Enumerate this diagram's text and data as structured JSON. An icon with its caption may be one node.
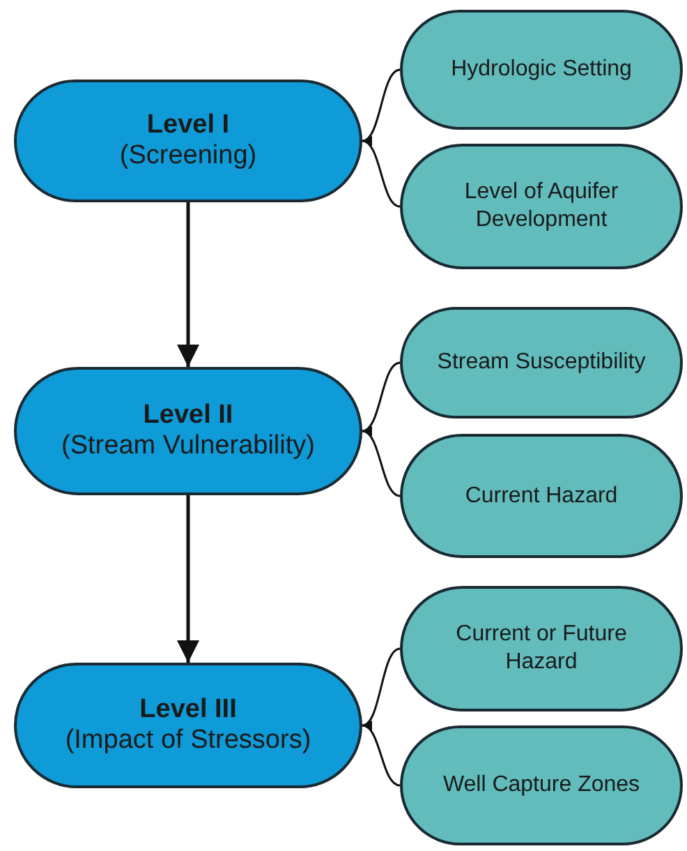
{
  "diagram": {
    "nodes": [
      {
        "text": [
          "Level I",
          "(Screening)"
        ]
      },
      {
        "text": [
          "Hydrologic Setting"
        ]
      },
      {
        "text": [
          "Level of Aquifer Development"
        ]
      },
      {
        "text": [
          "Level II",
          "(Stream Vulnerability)"
        ]
      },
      {
        "text": [
          "Stream Susceptibility"
        ]
      },
      {
        "text": [
          "Current Hazard"
        ]
      },
      {
        "text": [
          "Level III",
          "(Impact of Stressors)"
        ]
      },
      {
        "text": [
          "Current or Future Hazard"
        ]
      },
      {
        "text": [
          "Well Capture Zones"
        ]
      }
    ],
    "edges": [
      {
        "from": 0,
        "to": 3,
        "arrow": "to"
      },
      {
        "from": 3,
        "to": 6,
        "arrow": "to"
      },
      {
        "from": 1,
        "to": 0,
        "arrow": "to"
      },
      {
        "from": 2,
        "to": 0,
        "arrow": "to"
      },
      {
        "from": 4,
        "to": 3,
        "arrow": "to"
      },
      {
        "from": 5,
        "to": 3,
        "arrow": "to"
      },
      {
        "from": 7,
        "to": 6,
        "arrow": "to"
      },
      {
        "from": 8,
        "to": 6,
        "arrow": "to"
      }
    ]
  }
}
